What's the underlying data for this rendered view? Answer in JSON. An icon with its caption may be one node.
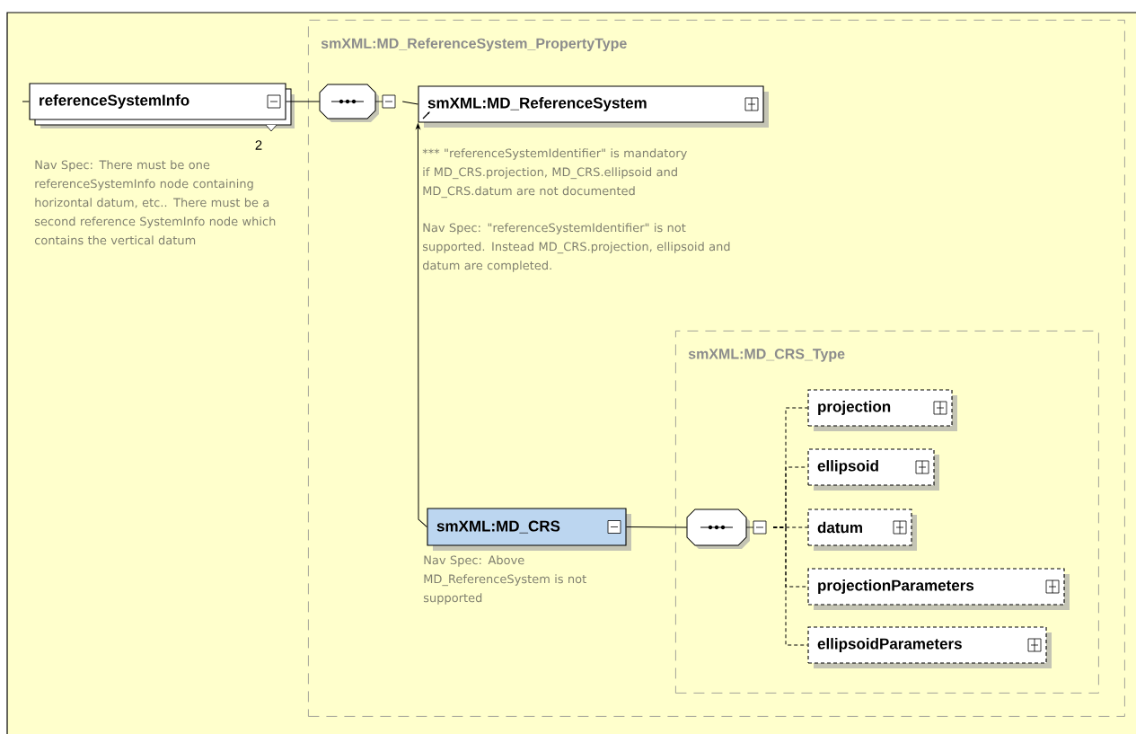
{
  "diagram": {
    "nodes": [
      {
        "text": [
          "referenceSystemInfo"
        ],
        "beside": [
          "2",
          "Nav Spec: There must be one referenceSystemInfo node containing horizontal datum, etc..  There must be a second reference SystemInfo node which contains the vertical datum"
        ]
      },
      {
        "text": [
          "smXML:MD_ReferenceSystem_PropertyType"
        ]
      },
      {
        "text": [],
        "shape": "octagon",
        "in": 1
      },
      {
        "text": [
          "smXML:MD_ReferenceSystem"
        ],
        "in": 1,
        "beside": [
          "***   \"referenceSystemIdentifier\" is mandatory if MD_CRS.projection, MD_CRS.ellipsoid and MD_CRS.datum are not documented",
          "Nav Spec:  \"referenceSystemIdentifier\" is not supported.  Instead MD_CRS.projection, ellipsoid and datum are completed."
        ]
      },
      {
        "text": [
          "smXML:MD_CRS"
        ],
        "in": 1,
        "beside": [
          "Nav Spec:   Above MD_ReferenceSystem is not supported"
        ]
      },
      {
        "text": [
          "smXML:MD_CRS_Type"
        ],
        "in": 1
      },
      {
        "text": [],
        "shape": "octagon",
        "in": 5
      },
      {
        "text": [
          "projection"
        ],
        "in": 5
      },
      {
        "text": [
          "ellipsoid"
        ],
        "in": 5
      },
      {
        "text": [
          "datum"
        ],
        "in": 5
      },
      {
        "text": [
          "projectionParameters"
        ],
        "in": 5
      },
      {
        "text": [
          "ellipsoidParameters"
        ],
        "in": 5
      }
    ],
    "edges": [
      {
        "from": null,
        "to": 0,
        "arrow": "none"
      },
      {
        "from": 0,
        "to": 2,
        "arrow": "none"
      },
      {
        "from": 2,
        "to": 3,
        "arrow": "none"
      },
      {
        "from": 4,
        "to": 3,
        "arrow": "to"
      },
      {
        "from": 4,
        "to": 6,
        "arrow": "none"
      },
      {
        "from": 6,
        "to": 7,
        "arrow": "none",
        "style": "dashed"
      },
      {
        "from": 6,
        "to": 8,
        "arrow": "none",
        "style": "dashed"
      },
      {
        "from": 6,
        "to": 9,
        "arrow": "none",
        "style": "dashed"
      },
      {
        "from": 6,
        "to": 10,
        "arrow": "none",
        "style": "dashed"
      },
      {
        "from": 6,
        "to": 11,
        "arrow": "none",
        "style": "dashed"
      }
    ]
  }
}
